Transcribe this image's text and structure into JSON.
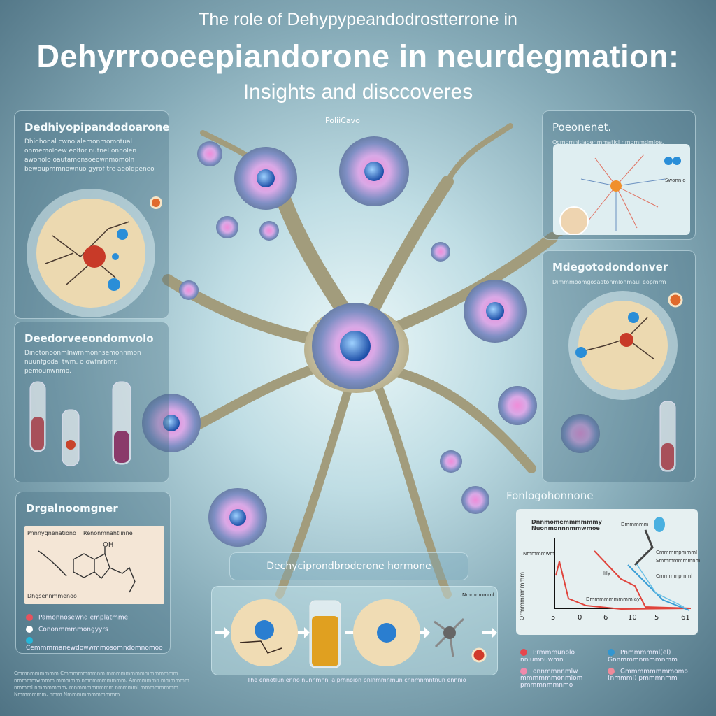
{
  "header": {
    "line1": "The role of Dehypypeandodrostterrone in",
    "line2": "Dehyrrooeepiandorone in neurdegmation:",
    "line3": "Insights and disccoveres"
  },
  "center_label": "PoliiCavo",
  "panels": {
    "top_left": {
      "heading": "Dedhiyopipandodoarone",
      "text": "Dhidhonal cwnolalemonmomotual onmemoloew eolfor nutnel onnolen awonolo oautamonsoeownmomoln bewoupmmnownuo gyrof tre aeoldpeneo"
    },
    "mid_left": {
      "heading": "Deedorveeondomvolo",
      "text": "Dinotonoonmlnwmmonnsemonnmon nuunfgodal twm. o owfnrbmr. pemounwnmo."
    },
    "bottom_left": {
      "heading": "Drgalnoomgner",
      "diagram_labels": [
        "Pnnnyqnenationo",
        "Renonmnahtlinne",
        "OH",
        "Dhgsennmmenoo"
      ],
      "legend": [
        {
          "label": "Pamonnosewnd emplatmme",
          "color": "#e8525e"
        },
        {
          "label": "Cononmmmmongyyrs",
          "color": "#ffffff"
        },
        {
          "label": "Cemmmmanewdowwmmosomndomnomoo",
          "color": "#26b6d8"
        }
      ]
    },
    "top_right": {
      "heading": "Poeonenet.",
      "text": "Ocmomnitlaoenmmaticl nmommdmloe.",
      "figure_label": "Swonnlo"
    },
    "mid_right": {
      "heading": "Mdegotodondonver",
      "text": "Dimmmoomgosaatonmlonmaul eopmrm"
    },
    "chart": {
      "heading": "Fonlogohonnone",
      "title": "Dnnmomemmmmmmy Nuonmonnnmmwmoe",
      "ylabel": "Ormmmnmmmm",
      "y_tick": "Nmmmmwm",
      "annotations": [
        "Dmmmmm",
        "Cmmmmpmmml",
        "Smmmmmmmnm",
        "Cmmmmpmml",
        "lily",
        "Dmmmmmmmmmlay"
      ],
      "x_ticks": [
        "5",
        "0",
        "6",
        "10",
        "5",
        "61"
      ],
      "series_colors": {
        "red": "#e0443c",
        "blue": "#3a9ed6"
      },
      "legend": [
        {
          "label": "Prmmmunolo nnlumnuwmn",
          "color": "#e8464e"
        },
        {
          "label": "Pnmmmmml(el) Gnnmmmnmmmnmm",
          "color": "#3296d0"
        },
        {
          "label": "onnmmnnmlw mmmmmmonmlom pmmmnmmnmo",
          "color": "#f08aac"
        },
        {
          "label": "Gmmmmmmmmomo (nmmml) pmmmnmm",
          "color": "#f08a9a"
        }
      ]
    }
  },
  "process": {
    "heading": "Dechyciprondbroderone hormone",
    "step_label": "Nmmmnmml",
    "caption": "The ennotlun enno nunnmnnl a prhnoion pnlnmmnmun cnnmnmntnun ennnio"
  },
  "footnote": "Cmmnmmmmmm Cmmmmmmmnm mmmmmmmmmmmmmmm nmmmmwmmm mmmmm nmnmmmmmmm. Ammmmmn mmmmmm nmmml nmmmmmm. mnmmmmnmmm nmmmml mmmmmmmm Nmmmmmm. nmm Nmmmmmmmmmmm"
}
